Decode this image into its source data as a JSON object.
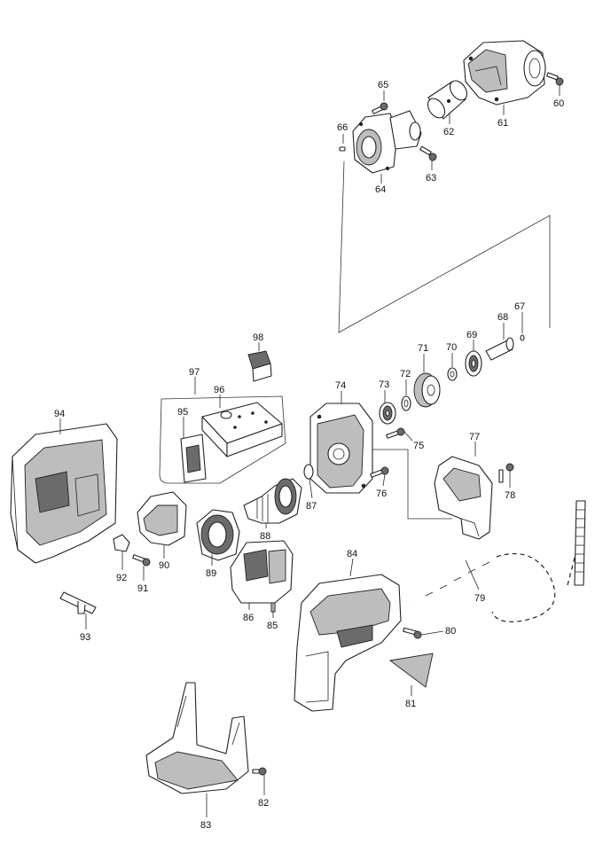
{
  "parts": [
    {
      "id": "60",
      "label": "60"
    },
    {
      "id": "61",
      "label": "61"
    },
    {
      "id": "62",
      "label": "62"
    },
    {
      "id": "63",
      "label": "63"
    },
    {
      "id": "64",
      "label": "64"
    },
    {
      "id": "65",
      "label": "65"
    },
    {
      "id": "66",
      "label": "66"
    },
    {
      "id": "67",
      "label": "67"
    },
    {
      "id": "68",
      "label": "68"
    },
    {
      "id": "69",
      "label": "69"
    },
    {
      "id": "70",
      "label": "70"
    },
    {
      "id": "71",
      "label": "71"
    },
    {
      "id": "72",
      "label": "72"
    },
    {
      "id": "73",
      "label": "73"
    },
    {
      "id": "74",
      "label": "74"
    },
    {
      "id": "75",
      "label": "75"
    },
    {
      "id": "76",
      "label": "76"
    },
    {
      "id": "77",
      "label": "77"
    },
    {
      "id": "78",
      "label": "78"
    },
    {
      "id": "79",
      "label": "79"
    },
    {
      "id": "80",
      "label": "80"
    },
    {
      "id": "81",
      "label": "81"
    },
    {
      "id": "82",
      "label": "82"
    },
    {
      "id": "83",
      "label": "83"
    },
    {
      "id": "84",
      "label": "84"
    },
    {
      "id": "85",
      "label": "85"
    },
    {
      "id": "86",
      "label": "86"
    },
    {
      "id": "87",
      "label": "87"
    },
    {
      "id": "88",
      "label": "88"
    },
    {
      "id": "89",
      "label": "89"
    },
    {
      "id": "90",
      "label": "90"
    },
    {
      "id": "91",
      "label": "91"
    },
    {
      "id": "92",
      "label": "92"
    },
    {
      "id": "93",
      "label": "93"
    },
    {
      "id": "94",
      "label": "94"
    },
    {
      "id": "95",
      "label": "95"
    },
    {
      "id": "96",
      "label": "96"
    },
    {
      "id": "97",
      "label": "97"
    },
    {
      "id": "98",
      "label": "98"
    }
  ]
}
